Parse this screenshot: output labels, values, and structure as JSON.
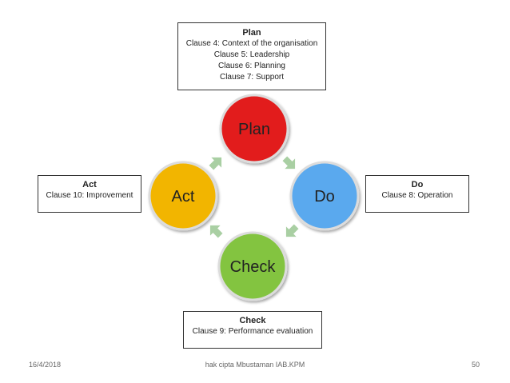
{
  "plan_box": {
    "heading": "Plan",
    "lines": [
      "Clause 4: Context  of the organisation",
      "Clause 5: Leadership",
      "Clause 6: Planning",
      "Clause 7: Support"
    ]
  },
  "do_box": {
    "heading": "Do",
    "lines": [
      "Clause 8: Operation"
    ]
  },
  "act_box": {
    "heading": "Act",
    "lines": [
      "Clause 10: Improvement"
    ]
  },
  "check_box": {
    "heading": "Check",
    "lines": [
      "Clause 9: Performance evaluation"
    ]
  },
  "cycle": {
    "plan": {
      "label": "Plan",
      "color": "#e21b1b"
    },
    "do": {
      "label": "Do",
      "color": "#5aa9ee"
    },
    "check": {
      "label": "Check",
      "color": "#83c441"
    },
    "act": {
      "label": "Act",
      "color": "#f2b500"
    },
    "arrow_color": "#a9cfa3"
  },
  "footer": {
    "date": "16/4/2018",
    "credit": "hak cipta Mbustaman IAB.KPM",
    "page": "50"
  }
}
